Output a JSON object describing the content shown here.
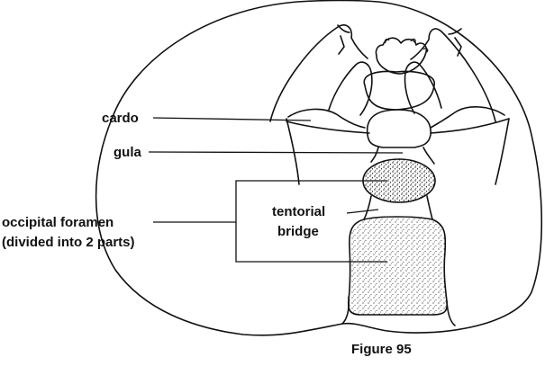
{
  "figure": {
    "caption": "Figure 95",
    "labels": {
      "cardo": "cardo",
      "gula": "gula",
      "occipital_foramen_line1": "occipital foramen",
      "occipital_foramen_line2": "(divided into 2 parts)",
      "tentorial_line1": "tentorial",
      "tentorial_line2": "bridge"
    }
  }
}
